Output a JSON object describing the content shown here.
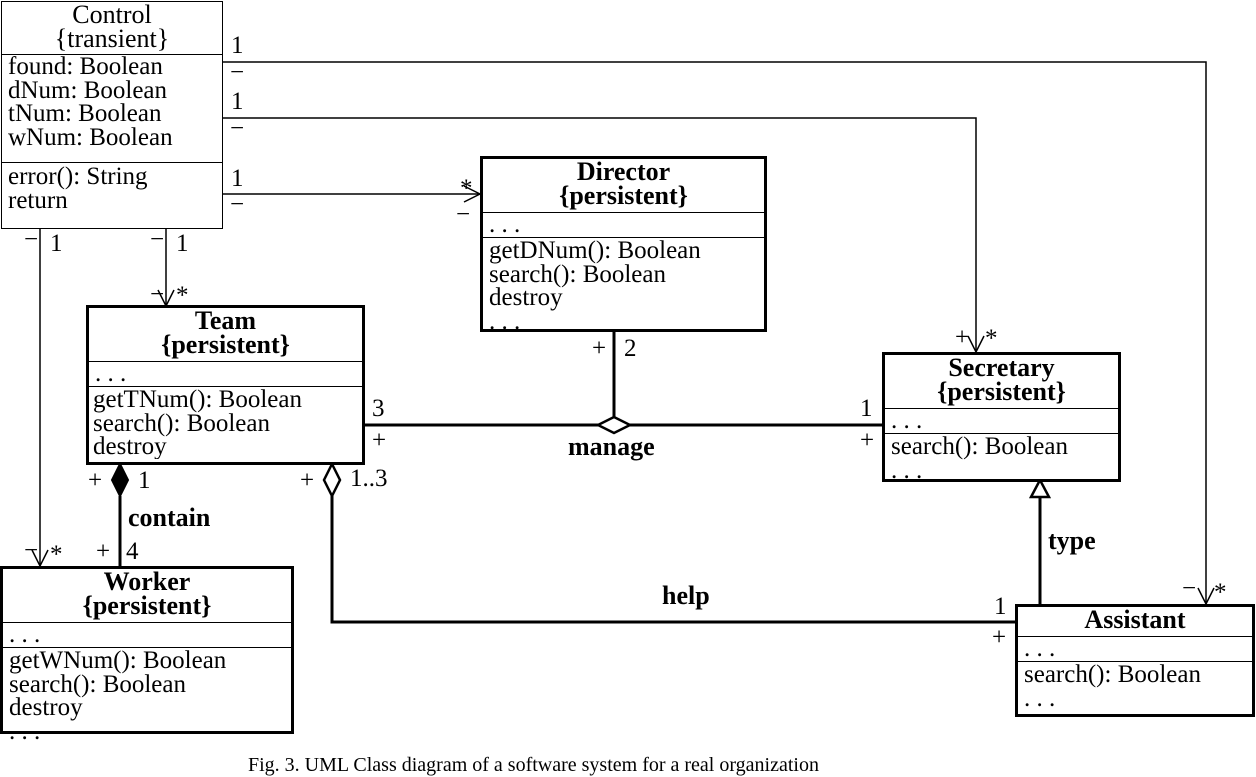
{
  "classes": {
    "control": {
      "name": "Control",
      "stereotype": "{transient}",
      "attributes": [
        "found: Boolean",
        "dNum: Boolean",
        "tNum: Boolean",
        "wNum: Boolean",
        ". . ."
      ],
      "operations": [
        "error(): String",
        "return",
        ". . ."
      ]
    },
    "director": {
      "name": "Director",
      "stereotype": "{persistent}",
      "attributes": [
        ". . ."
      ],
      "operations": [
        "getDNum(): Boolean",
        "search(): Boolean",
        "destroy",
        ". . ."
      ]
    },
    "team": {
      "name": "Team",
      "stereotype": "{persistent}",
      "attributes": [
        ". . ."
      ],
      "operations": [
        "getTNum(): Boolean",
        "search(): Boolean",
        "destroy"
      ]
    },
    "secretary": {
      "name": "Secretary",
      "stereotype": "{persistent}",
      "attributes": [
        ". . ."
      ],
      "operations": [
        "search(): Boolean",
        ". . ."
      ]
    },
    "worker": {
      "name": "Worker",
      "stereotype": "{persistent}",
      "attributes": [
        ". . ."
      ],
      "operations": [
        "getWNum(): Boolean",
        "search(): Boolean",
        "destroy",
        ". . ."
      ]
    },
    "assistant": {
      "name": "Assistant",
      "attributes": [
        ". . ."
      ],
      "operations": [
        "search(): Boolean",
        ". . ."
      ]
    }
  },
  "associations": {
    "manage": "manage",
    "contain": "contain",
    "help": "help",
    "type": "type"
  },
  "labels": {
    "one": "1",
    "minus": "−",
    "plus": "+",
    "star": "*",
    "three": "3",
    "two": "2",
    "four": "4",
    "one_to_three": "1..3"
  },
  "caption": "Fig. 3.   UML Class diagram of a software system for a real organization"
}
